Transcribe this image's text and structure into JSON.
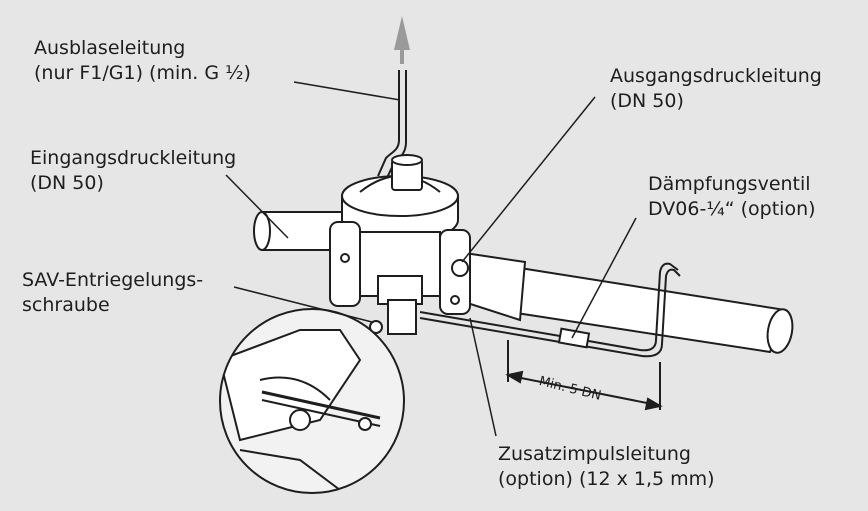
{
  "labels": {
    "ausblase_line1": "Ausblaseleitung",
    "ausblase_line2": "(nur F1/G1) (min. G ½)",
    "ausgang_line1": "Ausgangsdruckleitung",
    "ausgang_line2": "(DN 50)",
    "eingang_line1": "Eingangsdruckleitung",
    "eingang_line2": "(DN 50)",
    "daempfung_line1": "Dämpfungsventil",
    "daempfung_line2": "DV06-¼“ (option)",
    "sav_line1": "SAV-Entriegelungs-",
    "sav_line2": "schraube",
    "zusatz_line1": "Zusatzimpulsleitung",
    "zusatz_line2": "(option) (12 x 1,5 mm)",
    "dimension": "Min. 5 DN"
  },
  "colors": {
    "background": "#e6e6e6",
    "line": "#1e1e1e",
    "fill": "#ffffff",
    "arrow": "#9a9a9a"
  }
}
